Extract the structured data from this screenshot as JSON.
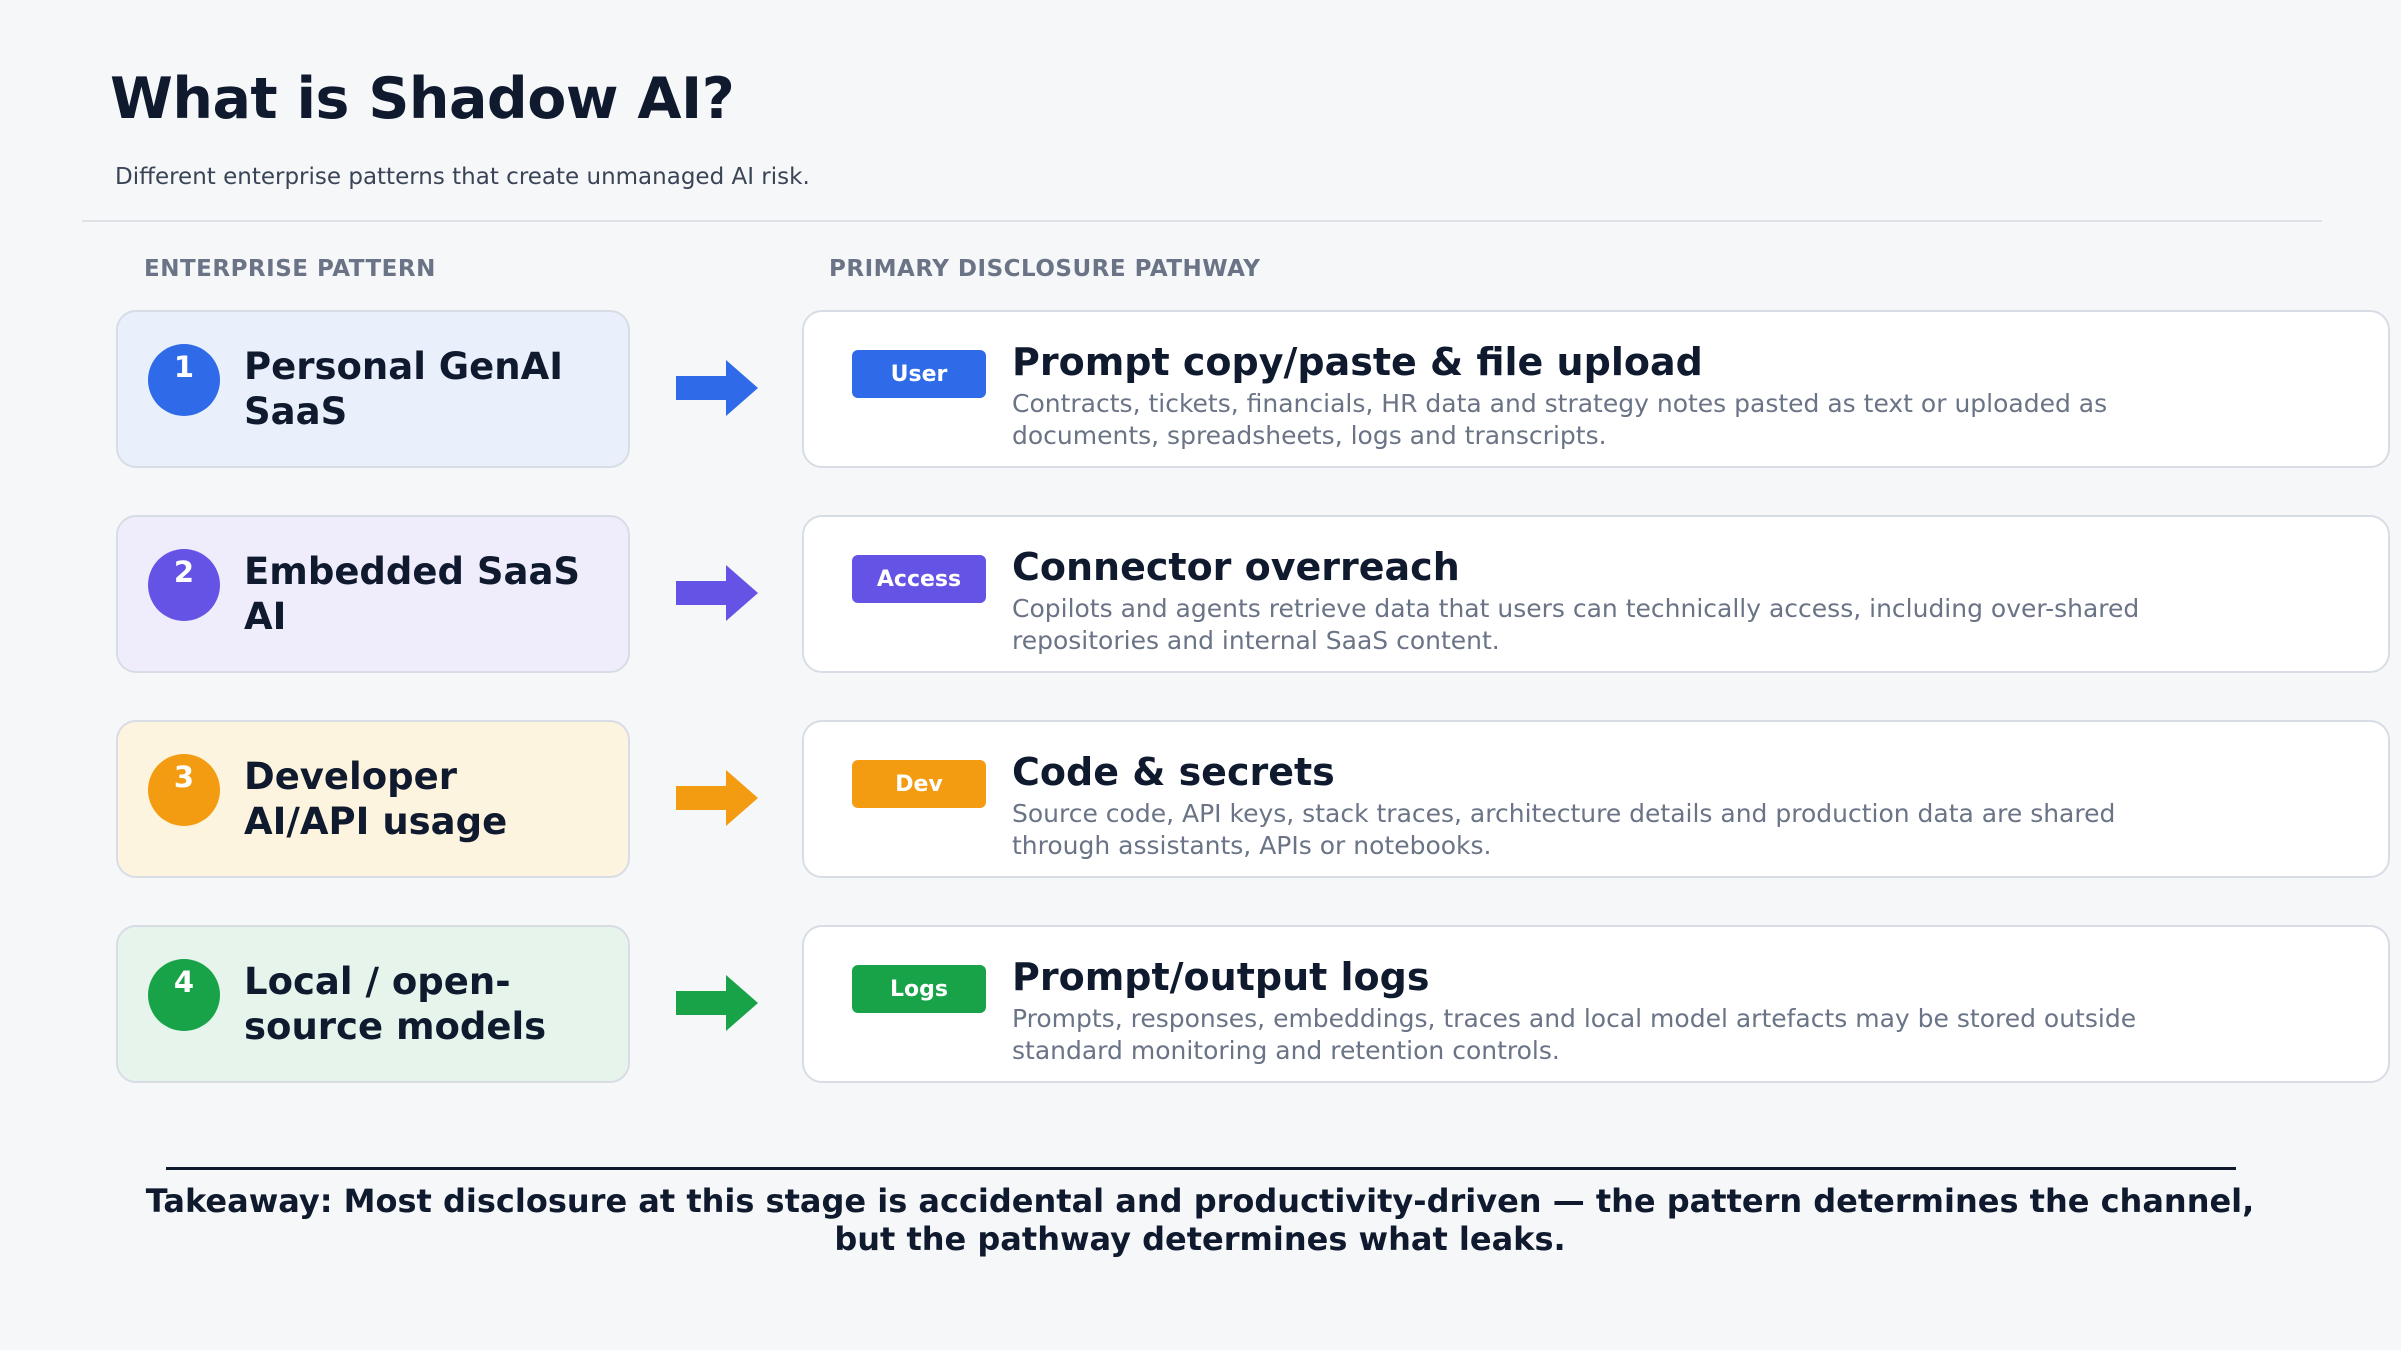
{
  "header": {
    "title": "What is Shadow AI?",
    "subtitle": "Different enterprise patterns that create unmanaged AI risk."
  },
  "columns": {
    "left": "ENTERPRISE PATTERN",
    "right": "PRIMARY DISCLOSURE PATHWAY"
  },
  "rows": [
    {
      "number": "1",
      "pattern": "Personal GenAI SaaS",
      "badge": "User",
      "pathway_title": "Prompt copy/paste & file upload",
      "pathway_desc": "Contracts, tickets, financials, HR data and strategy notes pasted as text or uploaded as documents, spreadsheets, logs and transcripts.",
      "accent": "#2f6ae8",
      "tint": "#e9effb"
    },
    {
      "number": "2",
      "pattern": "Embedded SaaS AI",
      "badge": "Access",
      "pathway_title": "Connector overreach",
      "pathway_desc": "Copilots and agents retrieve data that users can technically access, including over-shared repositories and internal SaaS content.",
      "accent": "#6553e6",
      "tint": "#efedfc"
    },
    {
      "number": "3",
      "pattern": "Developer AI/API usage",
      "badge": "Dev",
      "pathway_title": "Code & secrets",
      "pathway_desc": "Source code, API keys, stack traces, architecture details and production data are shared through assistants, APIs or notebooks.",
      "accent": "#f39c12",
      "tint": "#fdf4df"
    },
    {
      "number": "4",
      "pattern": "Local / open-source models",
      "badge": "Logs",
      "pathway_title": "Prompt/output logs",
      "pathway_desc": "Prompts, responses, embeddings, traces and local model artefacts may be stored outside standard monitoring and retention controls.",
      "accent": "#18a349",
      "tint": "#e7f4ec"
    }
  ],
  "takeaway": "Takeaway: Most disclosure at this stage is accidental and productivity-driven — the pattern determines the channel, but the pathway determines what leaks."
}
